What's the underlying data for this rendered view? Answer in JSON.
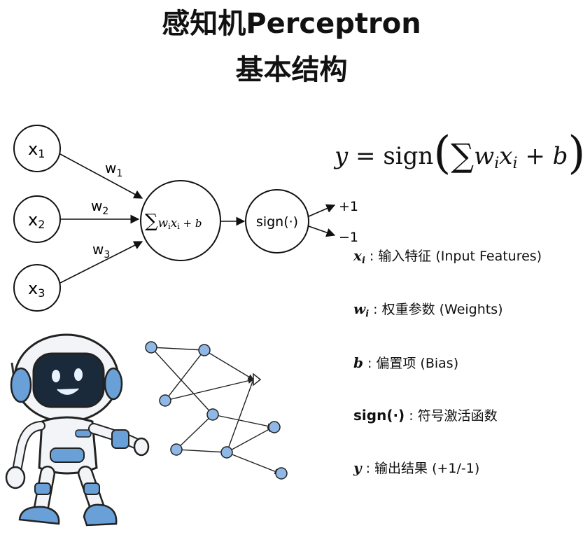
{
  "title": {
    "line1": "感知机Perceptron",
    "line2": "基本结构"
  },
  "diagram": {
    "inputs": [
      {
        "label": "x",
        "sub": "1"
      },
      {
        "label": "x",
        "sub": "2"
      },
      {
        "label": "x",
        "sub": "3"
      }
    ],
    "weights": [
      {
        "label": "w",
        "sub": "1"
      },
      {
        "label": "w",
        "sub": "2"
      },
      {
        "label": "w",
        "sub": "3"
      }
    ],
    "sum_node": {
      "sigma": "∑",
      "w": "w",
      "wsub": "i",
      "x": "x",
      "xsub": "i",
      "bias": " + b"
    },
    "sign_node": "sign(·)",
    "outputs": [
      "+1",
      "−1"
    ]
  },
  "formula": {
    "lhs": "y",
    "eq": " = sign",
    "lparen": "(",
    "sigma": "∑",
    "w": "w",
    "wsub": "i",
    "x": "x",
    "xsub": "i",
    "plus_b": " + b",
    "rparen": ")"
  },
  "legend": [
    {
      "symbol": "x",
      "sub": "i",
      "text": "输入特征 (Input Features)"
    },
    {
      "symbol": "w",
      "sub": "i",
      "text": "权重参数 (Weights)"
    },
    {
      "symbol": "b",
      "sub": "",
      "text": "偏置项 (Bias)"
    },
    {
      "symbol": "sign(·)",
      "sub": "",
      "text": "符号激活函数"
    },
    {
      "symbol": "y",
      "sub": "",
      "text": "输出结果 (+1/-1)"
    }
  ],
  "colors": {
    "robot_body": "#f2f4f7",
    "robot_accent": "#6aa0d8",
    "robot_face": "#1b2a3a",
    "network_node": "#8fb8e6",
    "stroke": "#111111"
  }
}
